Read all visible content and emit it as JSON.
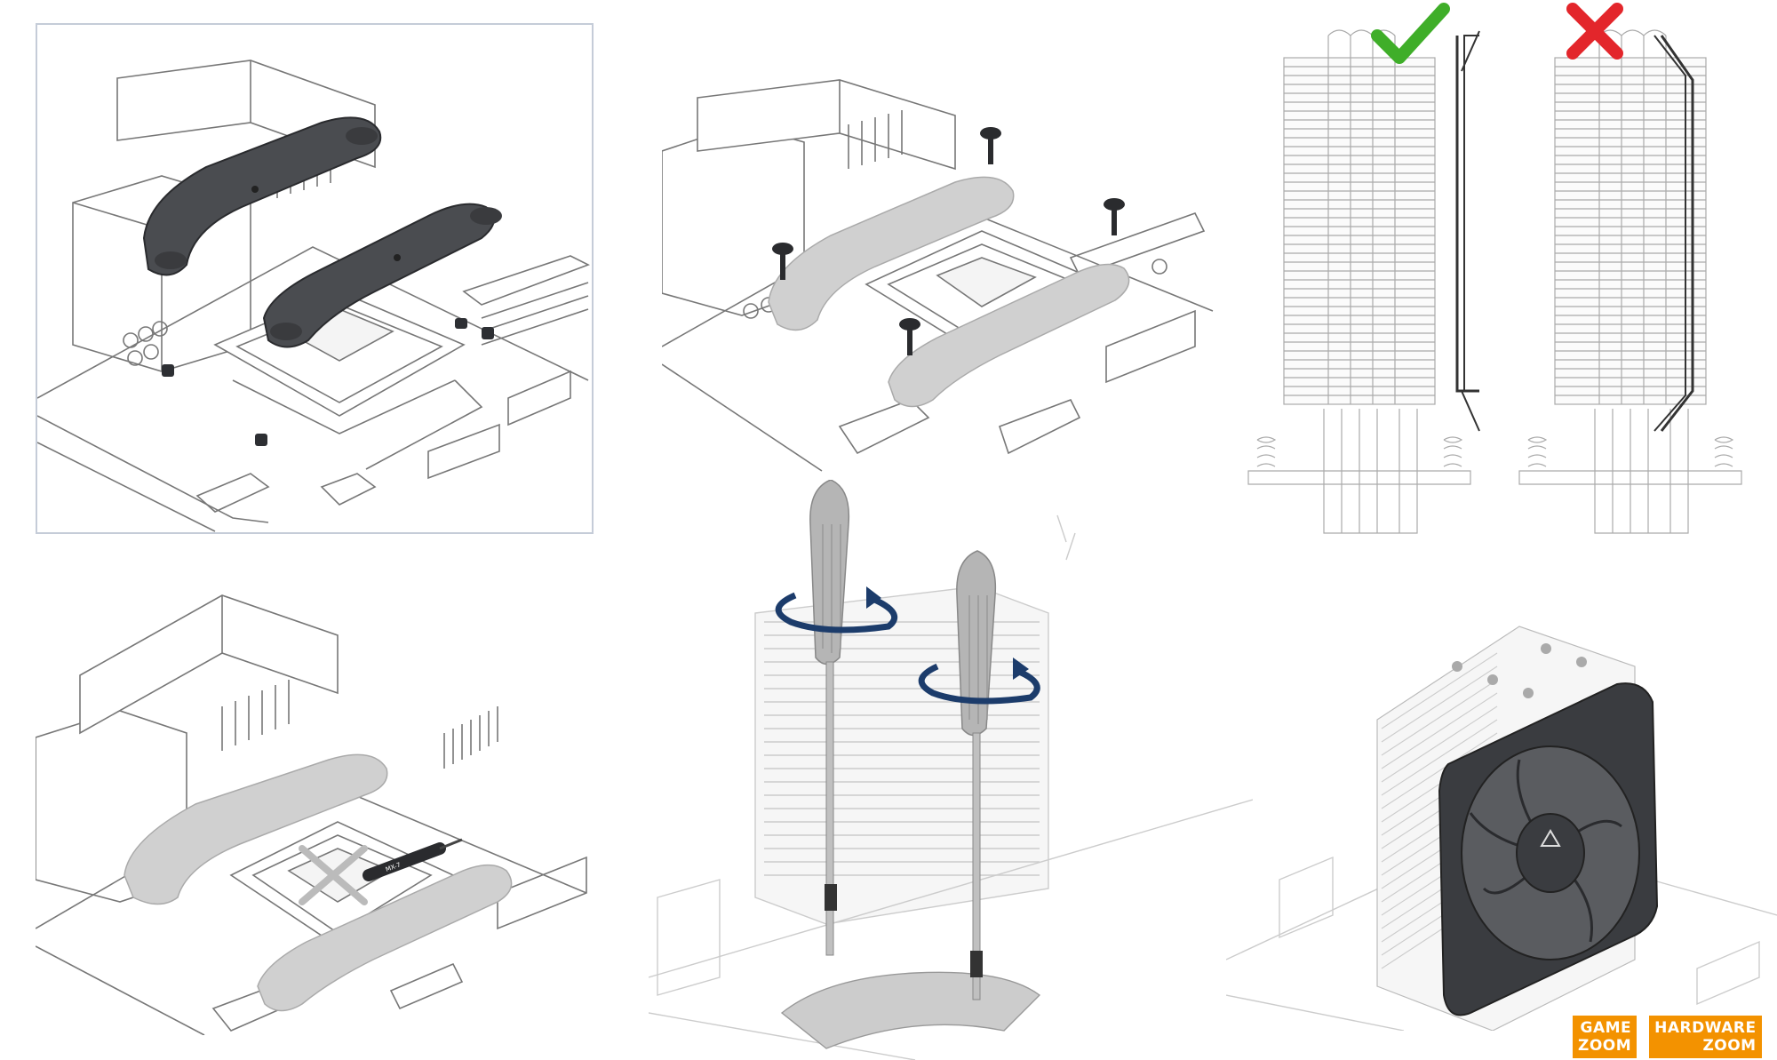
{
  "diagram": {
    "panels": [
      {
        "id": "step-1",
        "content": "retention bars placed over cpu socket with standoffs"
      },
      {
        "id": "step-2",
        "content": "retention bars screwed onto mounting holes"
      },
      {
        "id": "step-3",
        "content": "fan clip orientation correct vs incorrect"
      },
      {
        "id": "step-4",
        "content": "thermal paste applied as an X on the cpu"
      },
      {
        "id": "step-5",
        "content": "heatsink fastened with two screwdrivers"
      },
      {
        "id": "step-6",
        "content": "cooler with fan installed"
      }
    ],
    "marks": {
      "correct": "check-icon",
      "incorrect": "cross-icon"
    },
    "colors": {
      "line": "#555a60",
      "dark_part": "#4a4c50",
      "faded_part": "#cfcfcf",
      "rotation_arrow": "#1c3c6b",
      "check": "#3fae29",
      "cross": "#e3262b",
      "watermark": "#f39200"
    },
    "thermal_paste_label": "MX-7"
  },
  "watermark": {
    "left_top": "GAME",
    "left_bottom": "ZOOM",
    "right_top": "HARDWARE",
    "right_bottom": "ZOOM"
  }
}
